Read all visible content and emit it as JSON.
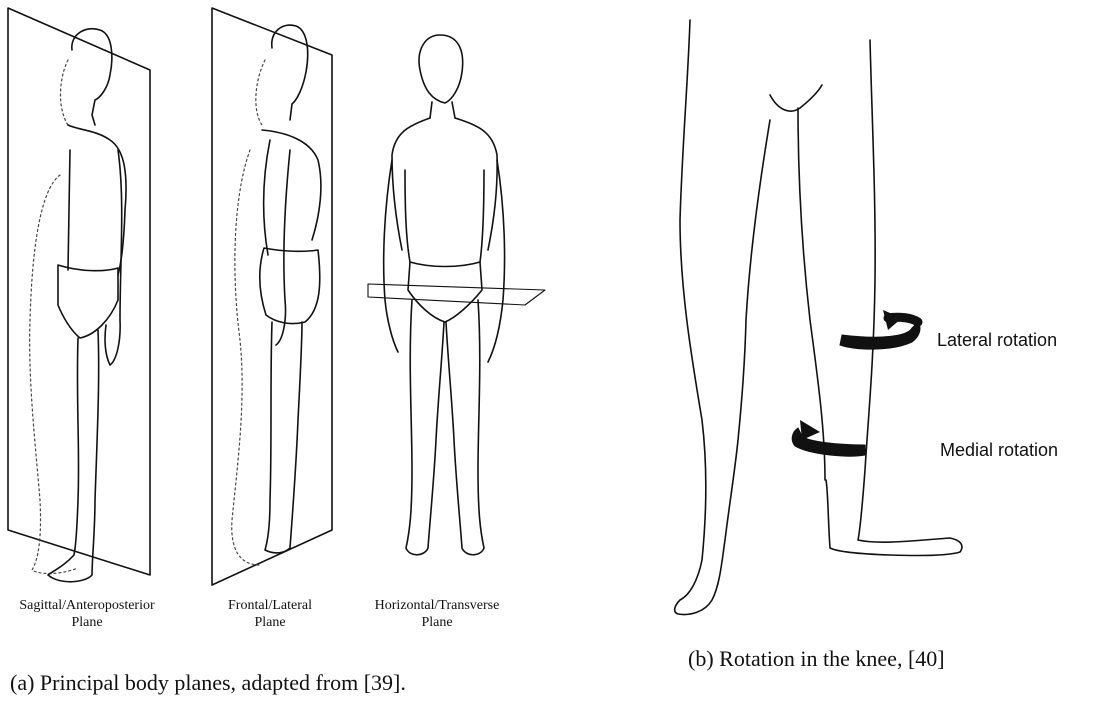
{
  "panel_a": {
    "labels": [
      {
        "line1": "Sagittal/Anteroposterior",
        "line2": "Plane"
      },
      {
        "line1": "Frontal/Lateral",
        "line2": "Plane"
      },
      {
        "line1": "Horizontal/Transverse",
        "line2": "Plane"
      }
    ],
    "caption": "(a) Principal body planes, adapted from [39]."
  },
  "panel_b": {
    "arrows": [
      {
        "label": "Lateral rotation"
      },
      {
        "label": "Medial rotation"
      }
    ],
    "caption": "(b) Rotation in the knee, [40]"
  }
}
